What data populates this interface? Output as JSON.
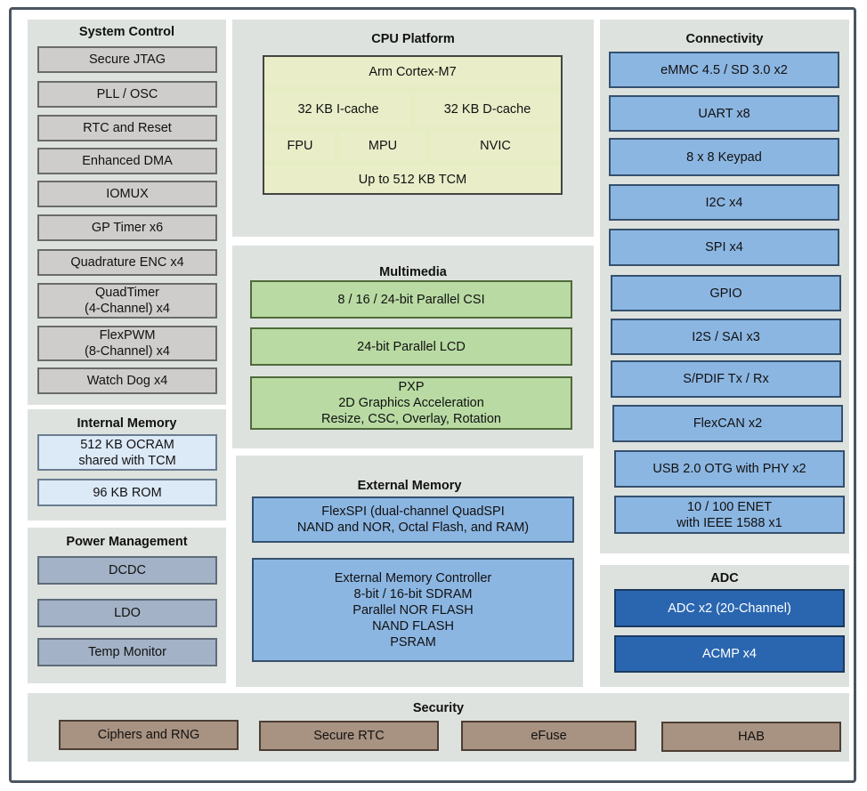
{
  "system_control": {
    "title": "System Control",
    "items": [
      "Secure JTAG",
      "PLL / OSC",
      "RTC and Reset",
      "Enhanced DMA",
      "IOMUX",
      "GP Timer x6",
      "Quadrature ENC x4",
      "QuadTimer\n(4-Channel) x4",
      "FlexPWM\n(8-Channel) x4",
      "Watch Dog x4"
    ]
  },
  "internal_memory": {
    "title": "Internal Memory",
    "items": [
      "512 KB OCRAM\nshared with TCM",
      "96 KB ROM"
    ]
  },
  "power_management": {
    "title": "Power Management",
    "items": [
      "DCDC",
      "LDO",
      "Temp Monitor"
    ]
  },
  "cpu_platform": {
    "title": "CPU Platform",
    "core": "Arm Cortex-M7",
    "icache": "32 KB I-cache",
    "dcache": "32 KB D-cache",
    "fpu": "FPU",
    "mpu": "MPU",
    "nvic": "NVIC",
    "tcm": "Up to 512 KB TCM"
  },
  "multimedia": {
    "title": "Multimedia",
    "items": [
      "8 / 16 / 24-bit Parallel CSI",
      "24-bit Parallel LCD",
      "PXP\n2D Graphics Acceleration\nResize, CSC, Overlay, Rotation"
    ]
  },
  "external_memory": {
    "title": "External Memory",
    "items": [
      "FlexSPI (dual-channel QuadSPI\nNAND and NOR, Octal Flash, and RAM)",
      "External Memory Controller\n8-bit / 16-bit SDRAM\nParallel NOR FLASH\nNAND FLASH\nPSRAM"
    ]
  },
  "connectivity": {
    "title": "Connectivity",
    "items": [
      "eMMC 4.5 / SD 3.0 x2",
      "UART x8",
      "8 x 8 Keypad",
      "I2C x4",
      "SPI x4",
      "GPIO",
      "I2S / SAI x3",
      "S/PDIF Tx / Rx",
      "FlexCAN x2",
      "USB 2.0 OTG with PHY x2",
      "10 / 100 ENET\nwith IEEE 1588 x1"
    ]
  },
  "adc": {
    "title": "ADC",
    "items": [
      "ADC x2 (20-Channel)",
      "ACMP x4"
    ]
  },
  "security": {
    "title": "Security",
    "items": [
      "Ciphers and RNG",
      "Secure RTC",
      "eFuse",
      "HAB"
    ]
  },
  "colors": {
    "gray": "#cfcdcc",
    "light_blue": "#dce9f7",
    "slate": "#a3b2c6",
    "blue": "#8cb6e2",
    "dark_blue": "#2a66b0",
    "green": "#b9dba3",
    "cpu_yellow": "#e9eec8",
    "brown": "#a89281",
    "panel": "#dde2de"
  }
}
